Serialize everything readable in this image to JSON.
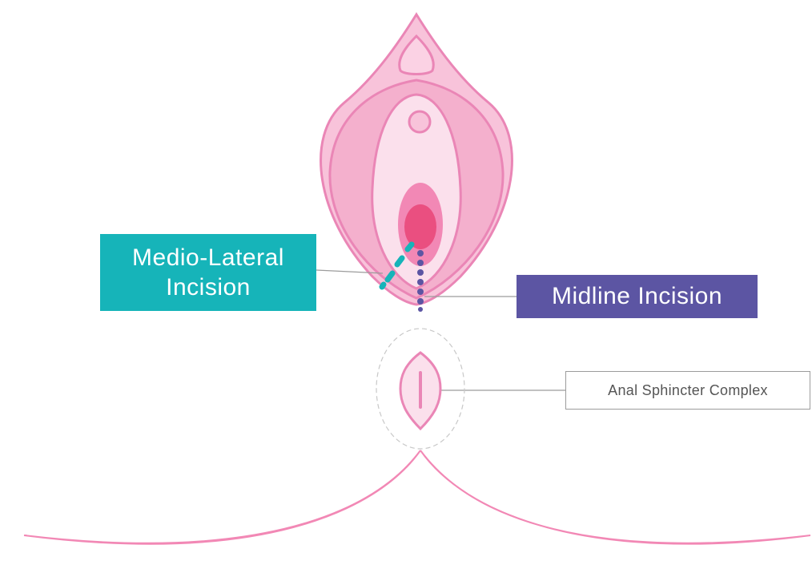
{
  "labels": {
    "medio_lateral_line1": "Medio-Lateral",
    "medio_lateral_line2": "Incision",
    "midline": "Midline Incision",
    "anal_sphincter": "Anal Sphincter Complex"
  },
  "colors": {
    "teal": "#16b4b9",
    "purple": "#5c55a3",
    "pink_outline": "#ea86b6",
    "pink_mid": "#f5b4d0",
    "pink_light": "#fad6e6",
    "pink_hot": "#ea4f80",
    "leader_gray": "#9c9c9c"
  }
}
